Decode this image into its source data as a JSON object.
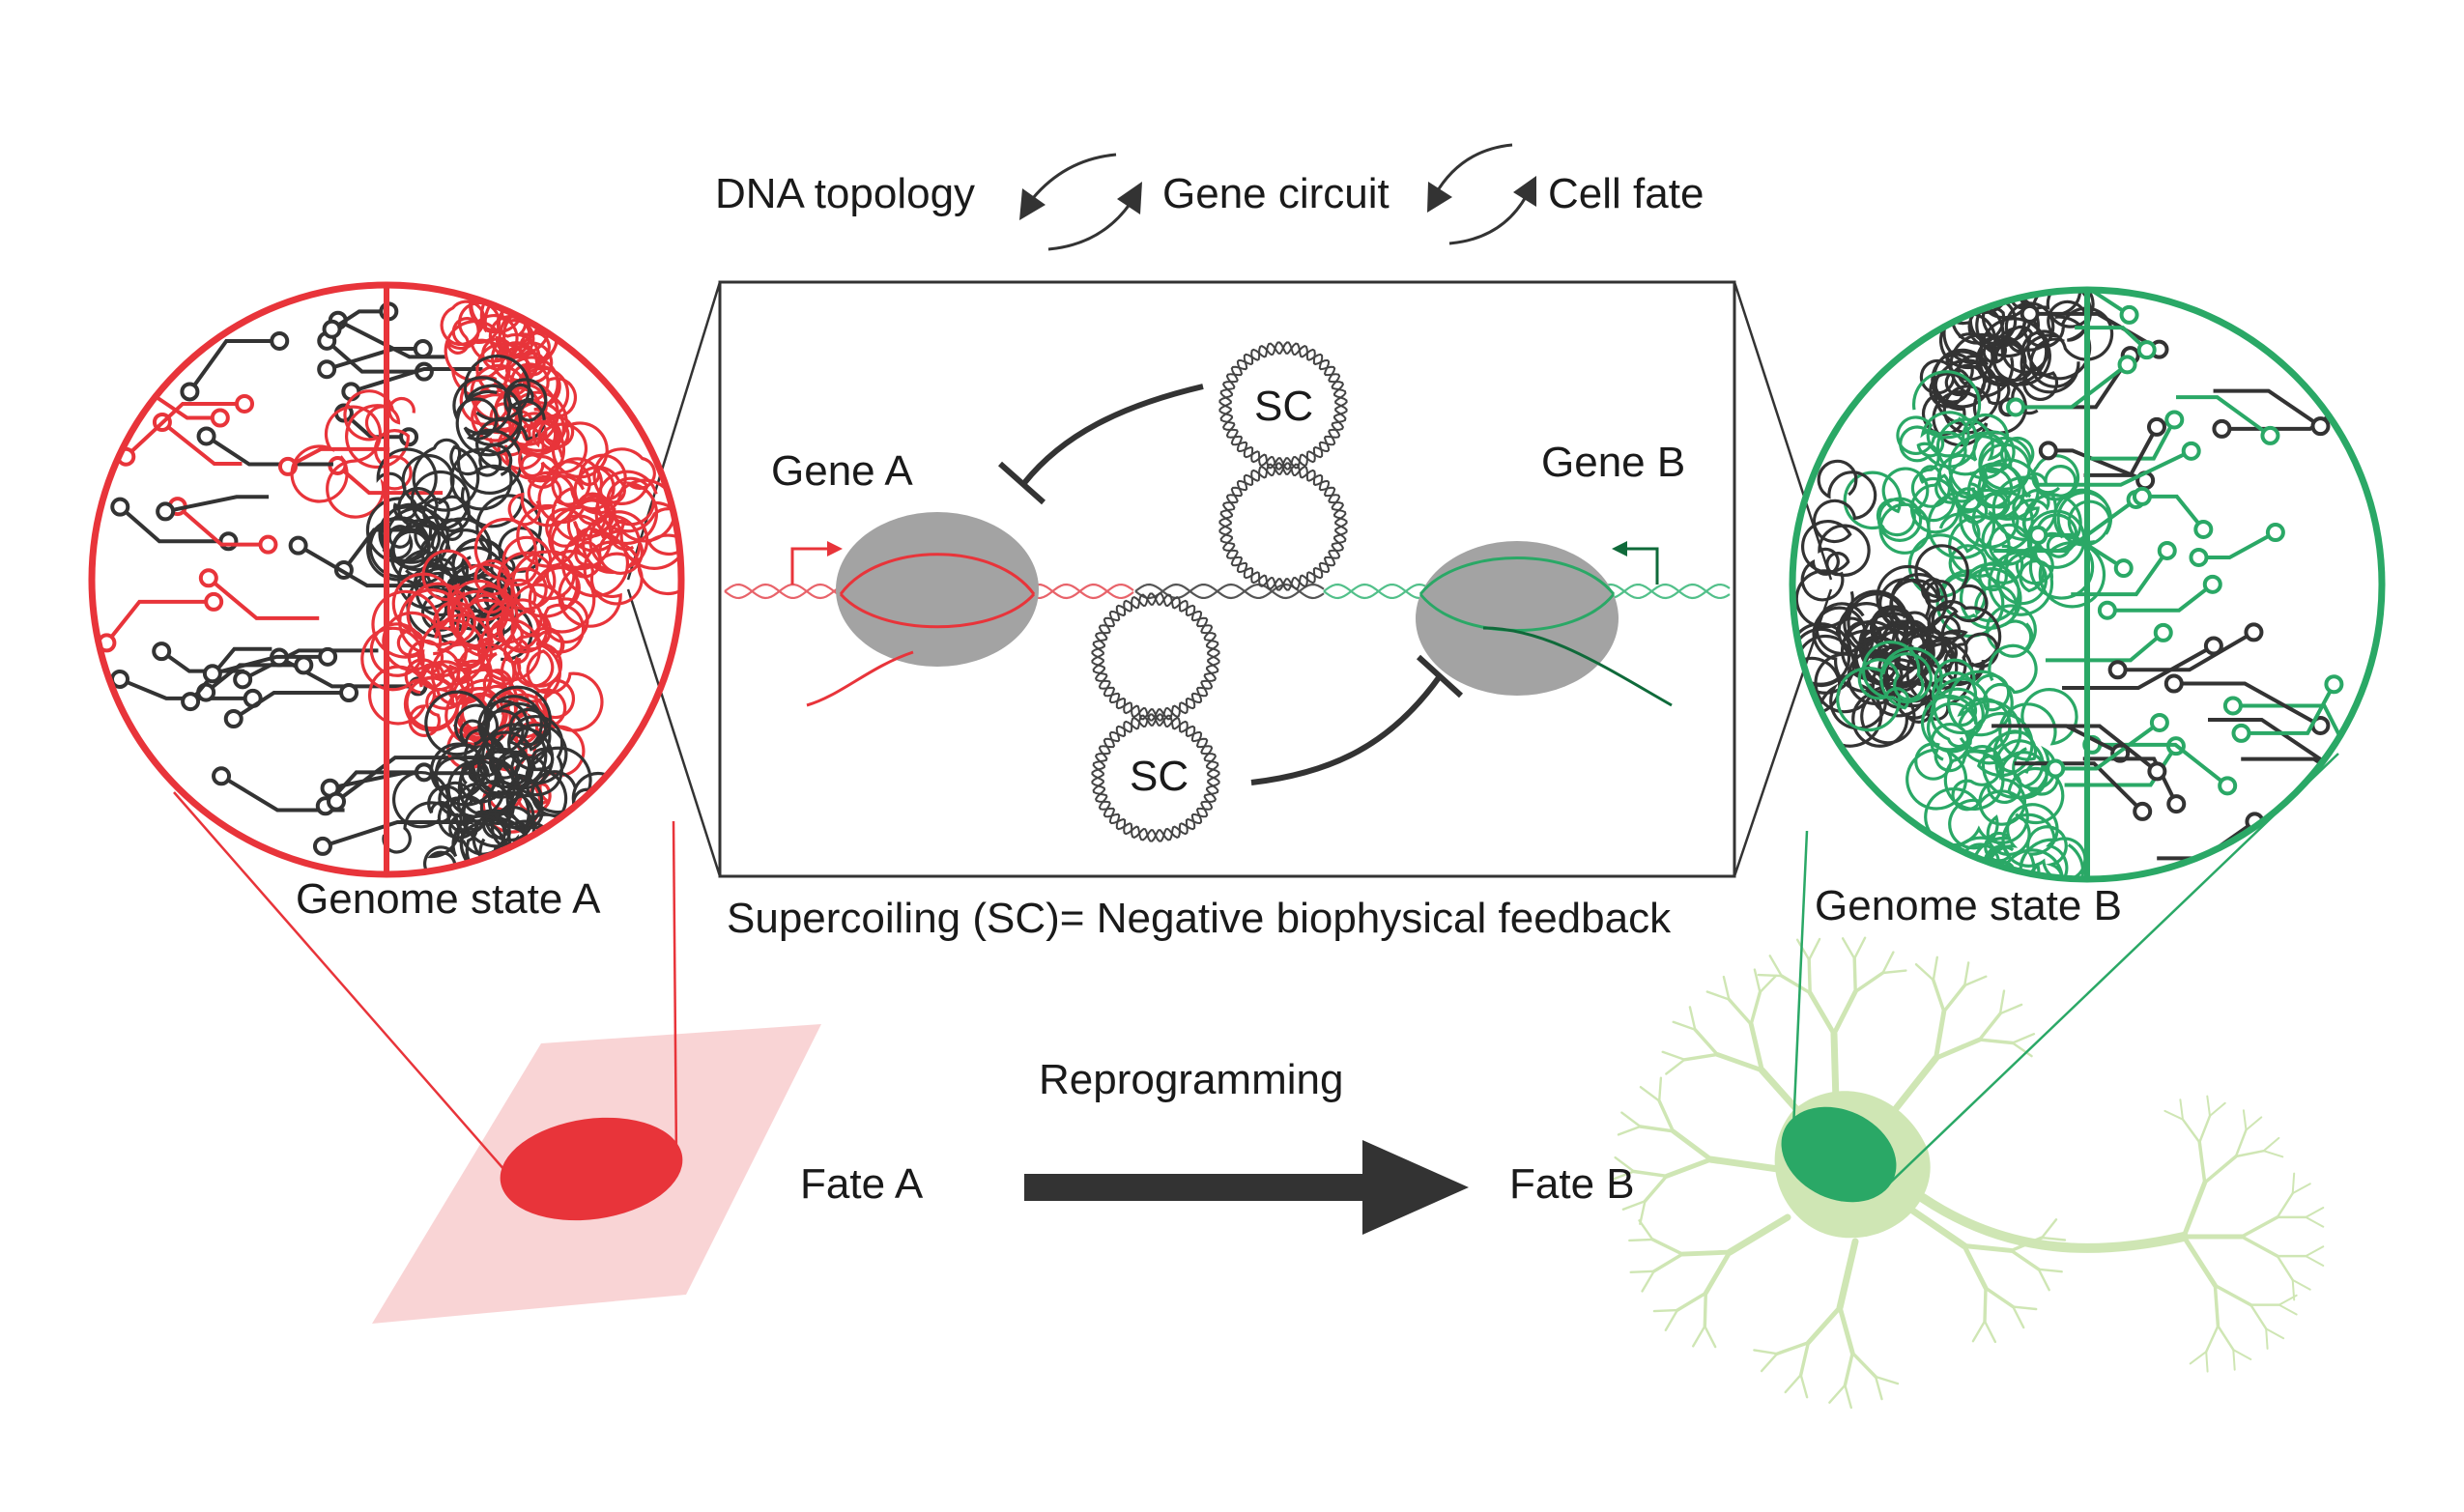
{
  "header": {
    "term_topology": "DNA topology",
    "term_circuit": "Gene circuit",
    "term_fate": "Cell fate"
  },
  "left_panel": {
    "caption": "Genome state A"
  },
  "right_panel": {
    "caption": "Genome state B"
  },
  "center_box": {
    "gene_a": "Gene A",
    "gene_b": "Gene B",
    "sc_top": "SC",
    "sc_bottom": "SC",
    "caption": "Supercoiling (SC)= Negative biophysical feedback"
  },
  "bottom": {
    "fate_a": "Fate A",
    "fate_b": "Fate B",
    "transition": "Reprogramming"
  },
  "colors": {
    "red": "#e8343a",
    "red_light": "#f7c9cb",
    "green": "#2aa866",
    "green_dark": "#0f6a3a",
    "green_light": "#cfe6b4",
    "dark": "#333333",
    "gray": "#a3a3a3"
  },
  "icons": [
    "circuit-trace-icon",
    "chromatin-tangle-icon",
    "dna-helix-icon",
    "promoter-arrow-icon",
    "inhibition-bar-icon",
    "neuron-icon",
    "fibroblast-icon",
    "cycle-arrows-icon"
  ]
}
